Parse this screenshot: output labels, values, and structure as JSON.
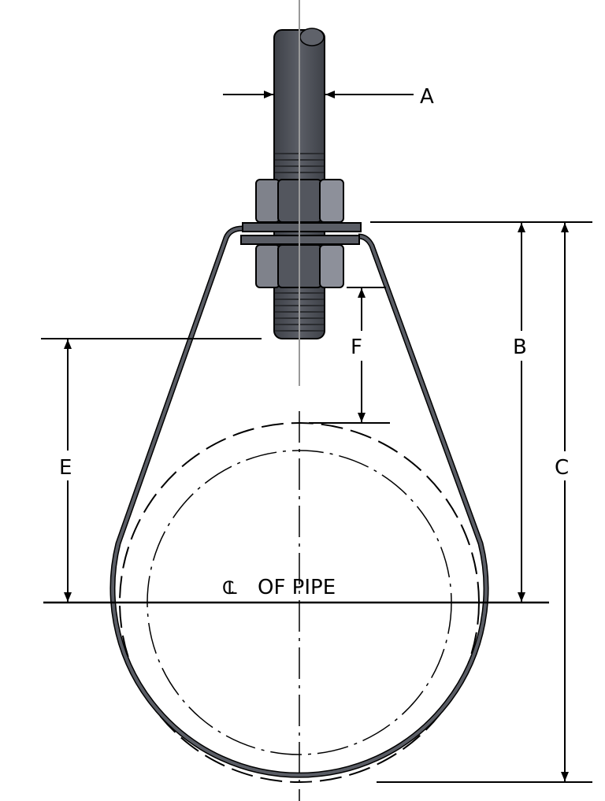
{
  "labels": {
    "a": "A",
    "b": "B",
    "c": "C",
    "e": "E",
    "f": "F",
    "centerline_symbol": "CL",
    "centerline_text": "OF PIPE"
  },
  "colors": {
    "rod": "#4a4d55",
    "nut_dark": "#53565e",
    "nut_light": "#8a8d96",
    "strap": "#4a4d55",
    "centerline": "#999999",
    "dimension": "#000000"
  }
}
